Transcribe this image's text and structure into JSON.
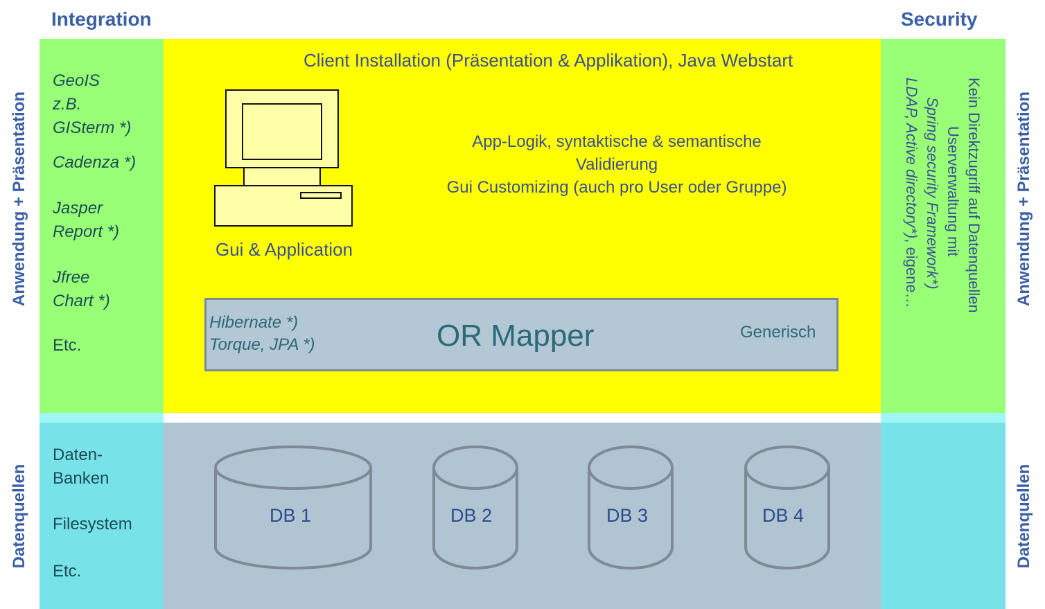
{
  "headers": {
    "integration": "Integration",
    "security": "Security"
  },
  "side_labels": {
    "left_top": "Anwendung + Präsentation",
    "left_bottom": "Datenquellen",
    "right_top": "Anwendung + Präsentation",
    "right_bottom": "Datenquellen"
  },
  "integration_items": [
    {
      "lines": [
        "GeoIS",
        "z.B.",
        "GISterm *)"
      ]
    },
    {
      "lines": [
        "Cadenza *)"
      ]
    },
    {
      "lines": [
        "Jasper",
        "Report *)"
      ]
    },
    {
      "lines": [
        "Jfree",
        "Chart *)"
      ]
    },
    {
      "lines": [
        "Etc."
      ]
    }
  ],
  "client": {
    "title": "Client Installation (Präsentation & Applikation), Java Webstart",
    "description_lines": [
      "App-Logik, syntaktische & semantische",
      "Validierung",
      "Gui Customizing (auch pro User oder Gruppe)"
    ],
    "computer_label": "Gui & Application"
  },
  "or_mapper": {
    "title": "OR Mapper",
    "frameworks": [
      "Hibernate *)",
      "Torque, JPA *)"
    ],
    "generic": "Generisch"
  },
  "security": {
    "line1": "Kein Direktzugriff auf Datenquellen",
    "line2": "Userverwaltung mit",
    "line3": "Spring security Framework*)",
    "line4_italic": "LDAP, Active directory*)",
    "line4_rest": ", eigene…"
  },
  "datasources": {
    "left_lines": [
      "Daten-",
      "Banken",
      "Filesystem",
      "Etc."
    ],
    "databases": [
      "DB 1",
      "DB 2",
      "DB 3",
      "DB 4"
    ]
  }
}
